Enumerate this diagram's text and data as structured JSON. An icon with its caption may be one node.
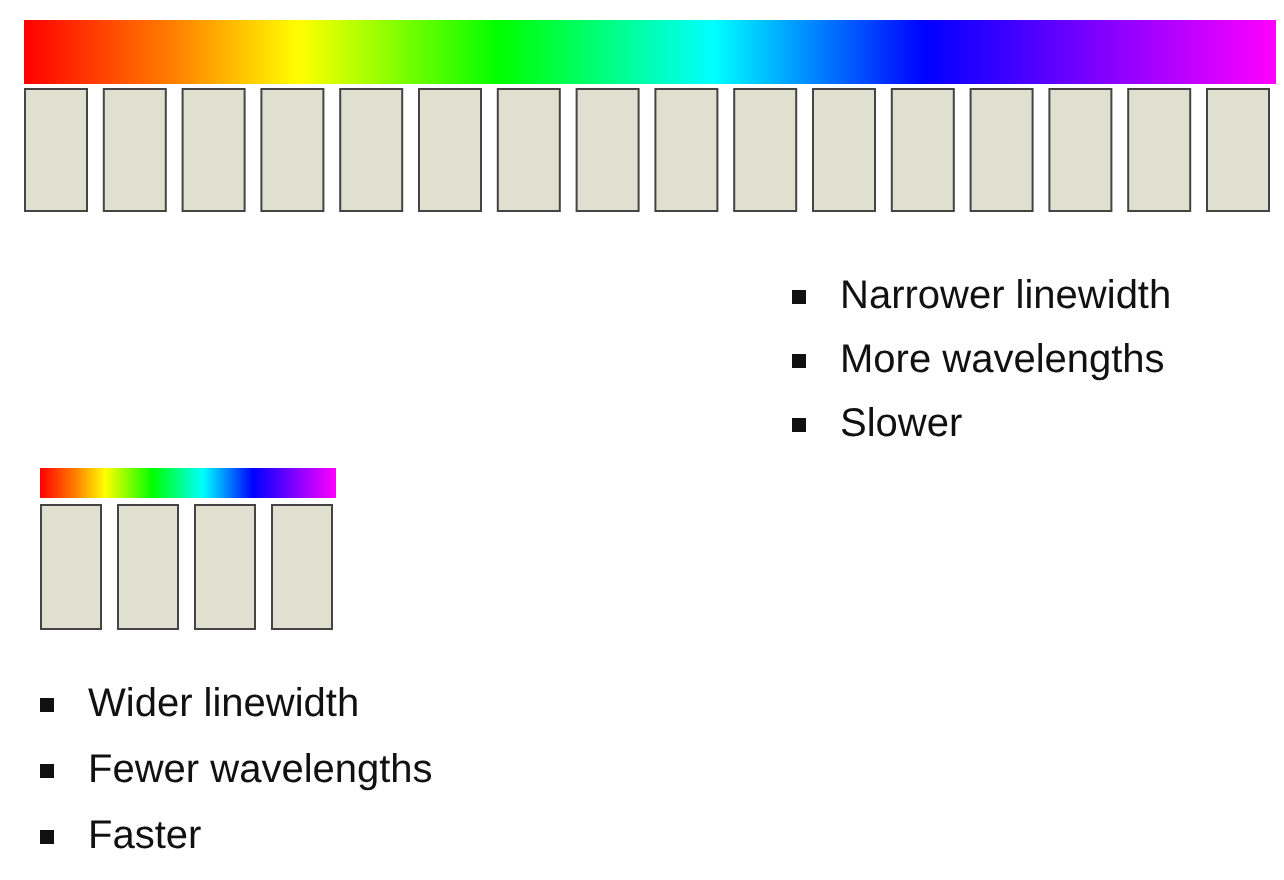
{
  "diagram": {
    "labels": [
      "Narrower linewidth",
      "More wavelengths",
      "Slower",
      "Wider linewidth",
      "Fewer wavelengths",
      "Faster"
    ]
  }
}
